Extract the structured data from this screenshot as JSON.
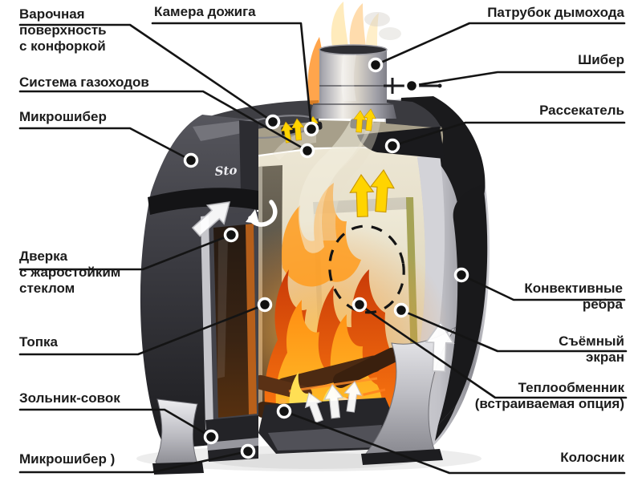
{
  "brand_logo": "Sto",
  "labels": {
    "cooking_surface": "Варочная\nповерхность\nс конфоркой",
    "afterburner_chamber": "Камера дожига",
    "flue_system": "Система газоходов",
    "micro_damper_top": "Микрошибер",
    "door": "Дверка\nс жаростойким\nстеклом",
    "firebox": "Топка",
    "ash_pan": "Зольник-совок",
    "micro_damper_bottom": "Микрошибер )",
    "chimney_pipe": "Патрубок дымохода",
    "damper": "Шибер",
    "baffle": "Рассекатель",
    "convective_ribs": "Конвективные\nрёбра",
    "removable_screen": "Съёмный\nэкран",
    "heat_exchanger": "Теплообменник\n(встраиваемая опция)",
    "grate": "Колосник"
  },
  "icons": {
    "heat_flow_arrow": "up-arrow-yellow",
    "air_flow_arrow": "up-arrow-white",
    "air_circulation_arrow": "curved-arrow-white",
    "heat_exchanger_zone": "dashed-ellipse",
    "callout_dot": "black-dot-white-ring"
  },
  "colors": {
    "background": "#ffffff",
    "label_text": "#1c1c1c",
    "leader_line": "#141414",
    "callout_dot": "#121212",
    "dot_ring": "#ffffff",
    "arrow_yellow": "#ffd400",
    "arrow_white": "#ffffff",
    "fire_core": "#ffdf54",
    "fire_mid": "#ff9417",
    "fire_deep": "#d94408",
    "body_dark": "#1e1e21",
    "body_silver": "#c8c8cd",
    "interior_cream": "#e6dfc9"
  }
}
